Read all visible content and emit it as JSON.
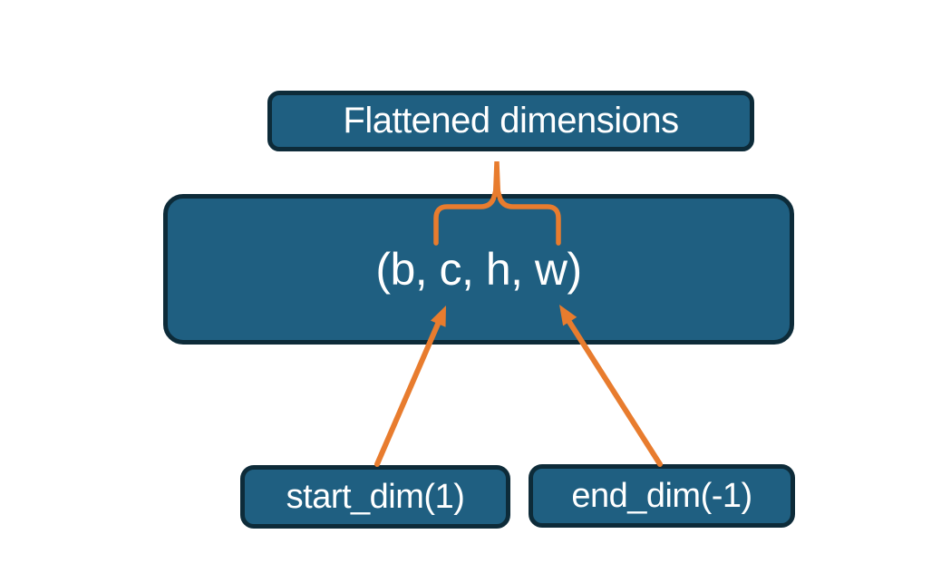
{
  "diagram": {
    "colors": {
      "node_fill": "#1f5f81",
      "node_border": "#0d2b39",
      "connector": "#e87c2e",
      "text": "#ffffff",
      "background": "#ffffff"
    },
    "nodes": {
      "flattened": {
        "label": "Flattened dimensions"
      },
      "tensor": {
        "label": "(b, c, h, w)"
      },
      "start_dim": {
        "label": "start_dim(1)"
      },
      "end_dim": {
        "label": "end_dim(-1)"
      }
    }
  }
}
